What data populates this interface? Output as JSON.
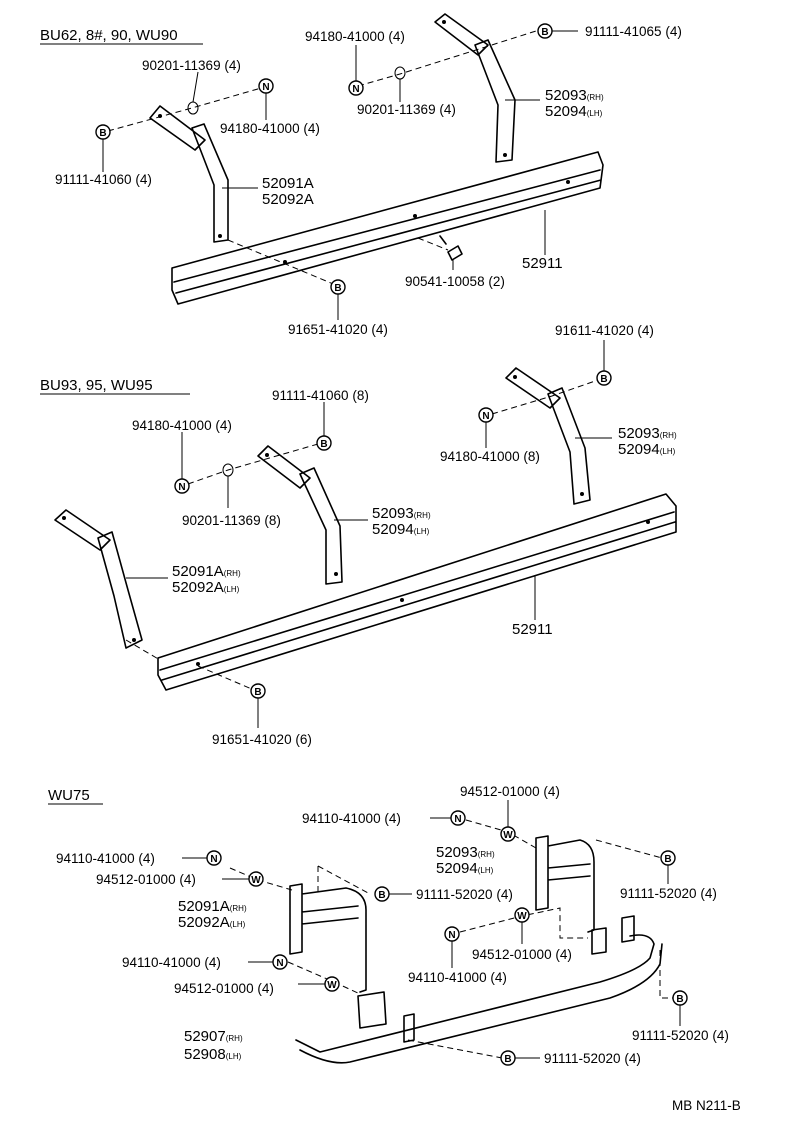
{
  "sections": [
    {
      "header": "BU62, 8#, 90, WU90",
      "labels": {
        "a": "94180-41000 (4)",
        "b": "91111-41065 (4)",
        "c": "90201-11369 (4)",
        "d": "90201-11369 (4)",
        "e": "94180-41000 (4)",
        "f": "91111-41060 (4)",
        "g": "52093",
        "g_sub": "(RH)",
        "h": "52094",
        "h_sub": "(LH)",
        "i": "52091A",
        "j": "52092A",
        "k": "52911",
        "l": "90541-10058 (2)",
        "m": "91651-41020 (4)"
      }
    },
    {
      "header": "BU93, 95, WU95",
      "labels": {
        "a": "91611-41020 (4)",
        "b": "91111-41060 (8)",
        "c": "94180-41000 (4)",
        "d": "52093",
        "d_sub": "(RH)",
        "e": "52094",
        "e_sub": "(LH)",
        "f": "94180-41000 (8)",
        "g": "90201-11369 (8)",
        "h": "52093",
        "h_sub": "(RH)",
        "i": "52094",
        "i_sub": "(LH)",
        "j": "52091A",
        "j_sub": "(RH)",
        "k": "52092A",
        "k_sub": "(LH)",
        "l": "52911",
        "m": "91651-41020 (6)"
      }
    },
    {
      "header": "WU75",
      "labels": {
        "a": "94512-01000 (4)",
        "b": "94110-41000 (4)",
        "c": "52093",
        "c_sub": "(RH)",
        "d": "52094",
        "d_sub": "(LH)",
        "e": "91111-52020 (4)",
        "f": "94110-41000 (4)",
        "g": "94512-01000 (4)",
        "h": "91111-52020 (4)",
        "i": "52091A",
        "i_sub": "(RH)",
        "j": "52092A",
        "j_sub": "(LH)",
        "k": "94512-01000 (4)",
        "l": "94110-41000 (4)",
        "m": "94110-41000 (4)",
        "n": "94512-01000 (4)",
        "o": "91111-52020 (4)",
        "p": "52907",
        "p_sub": "(RH)",
        "q": "52908",
        "q_sub": "(LH)",
        "r": "91111-52020 (4)"
      }
    }
  ],
  "symbols": {
    "bolt": "B",
    "nut": "N",
    "washer": "W"
  },
  "footer": "MB N211-B"
}
